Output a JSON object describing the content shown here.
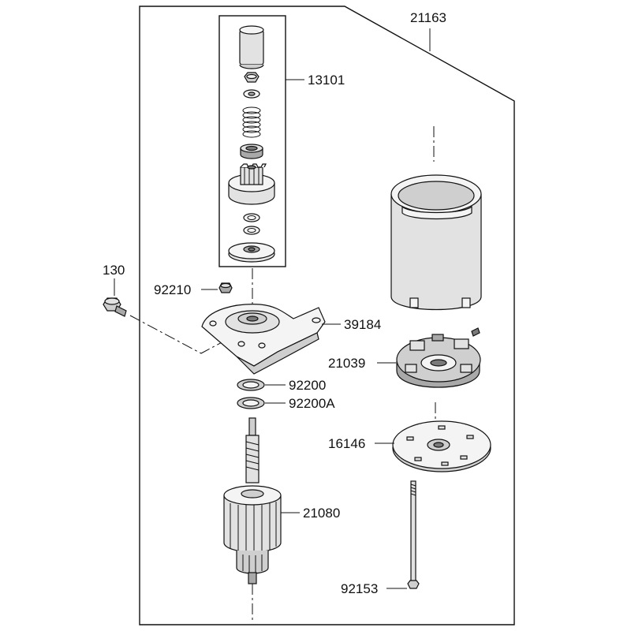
{
  "parts": {
    "starter_assembly": "21163",
    "pinion_kit": "13101",
    "bolt": "130",
    "nut": "92210",
    "bracket": "39184",
    "washer": "92200",
    "washer_alt": "92200A",
    "armature": "21080",
    "brush_holder": "21039",
    "plate": "16146",
    "through_bolt": "92153"
  }
}
